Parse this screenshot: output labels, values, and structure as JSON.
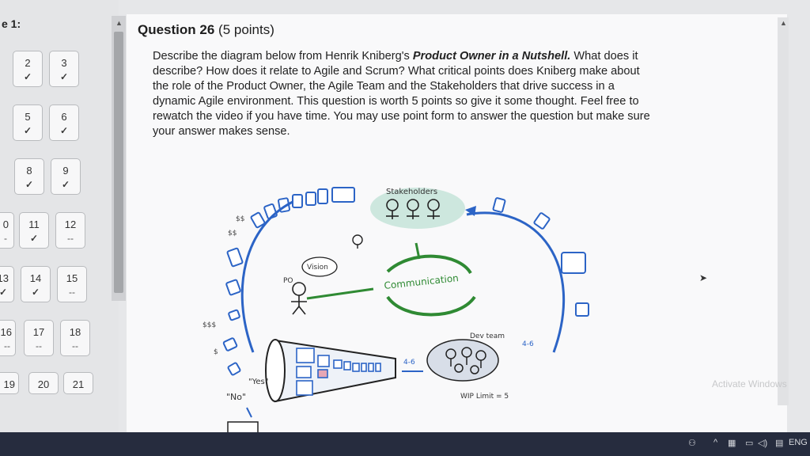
{
  "nav": {
    "label": "e 1:",
    "questions": [
      {
        "num": "2",
        "status": "✓"
      },
      {
        "num": "3",
        "status": "✓"
      },
      {
        "num": "5",
        "status": "✓"
      },
      {
        "num": "6",
        "status": "✓"
      },
      {
        "num": "8",
        "status": "✓"
      },
      {
        "num": "9",
        "status": "✓"
      },
      {
        "num": "0",
        "status": "-"
      },
      {
        "num": "11",
        "status": "✓"
      },
      {
        "num": "12",
        "status": "--"
      },
      {
        "num": "13",
        "status": "✓"
      },
      {
        "num": "14",
        "status": "✓"
      },
      {
        "num": "15",
        "status": "--"
      },
      {
        "num": "16",
        "status": "--"
      },
      {
        "num": "17",
        "status": "--"
      },
      {
        "num": "18",
        "status": "--"
      },
      {
        "num": "19",
        "status": ""
      },
      {
        "num": "20",
        "status": ""
      },
      {
        "num": "21",
        "status": ""
      }
    ]
  },
  "question": {
    "title": "Question 26",
    "points": " (5 points)",
    "text_before": "Describe the diagram below from Henrik Kniberg's ",
    "text_em": "Product Owner in a Nutshell.",
    "text_after": " What does it describe? How does it relate to Agile and Scrum? What critical points does Kniberg make about the role of the Product Owner, the Agile Team and the Stakeholders that drive success in a dynamic Agile environment. This question is worth 5 points so give it some thought. Feel free to rewatch the video if you have time. You may use point form to answer the question but make sure your answer makes sense."
  },
  "diagram": {
    "stakeholders": "Stakeholders",
    "vision": "Vision",
    "po": "PO",
    "communication": "Communication",
    "dev_team": "Dev team",
    "wip_limit": "WIP Limit = 5",
    "velocity_in": "4-6",
    "velocity_out": "4-6",
    "yes": "\"Yes\"",
    "no": "\"No\"",
    "dollar_1": "$$",
    "dollar_2": "$$",
    "dollar_3": "$$$",
    "dollar_4": "$"
  },
  "watermark": "Activate Windows",
  "taskbar": {
    "lang": "ENG"
  },
  "colors": {
    "accent_blue": "#2c64c6",
    "green": "#2f8a33",
    "stakeholder_bg": "#cde7de"
  }
}
